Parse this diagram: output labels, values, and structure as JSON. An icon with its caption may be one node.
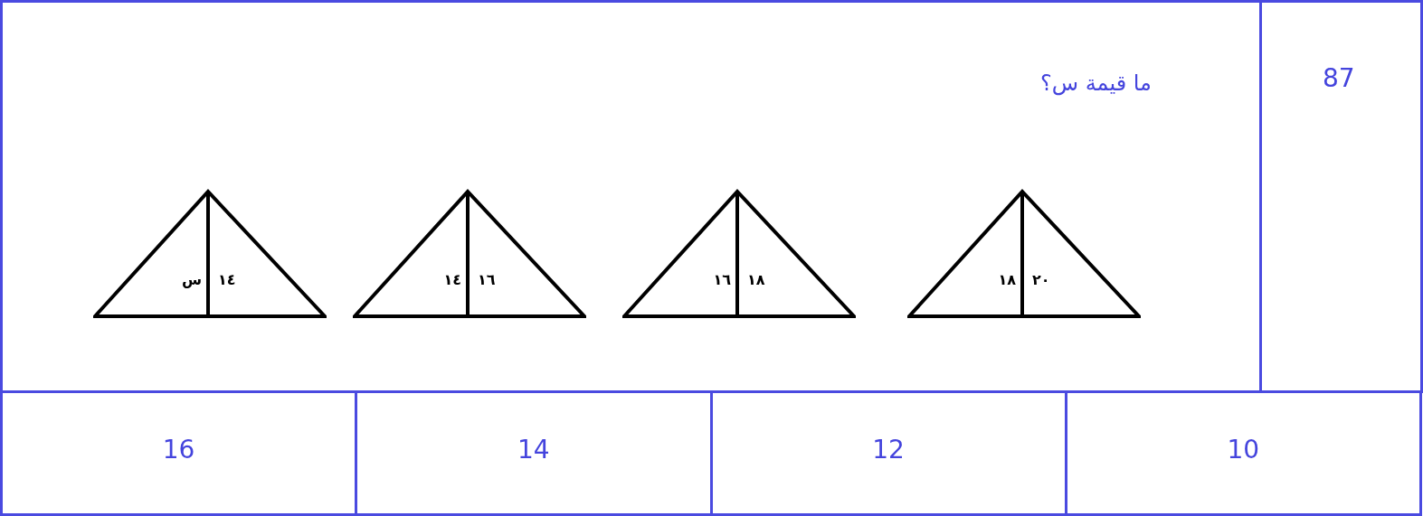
{
  "diagram": {
    "nodes": [
      {
        "text": [
          "١٤",
          "س"
        ]
      },
      {
        "text": [
          "١٦",
          "١٤"
        ]
      },
      {
        "text": [
          "١٨",
          "١٦"
        ]
      },
      {
        "text": [
          "٢٠",
          "١٨"
        ]
      }
    ],
    "labels": [
      "ما قيمة س؟",
      "87",
      "16",
      "14",
      "12",
      "10"
    ]
  }
}
